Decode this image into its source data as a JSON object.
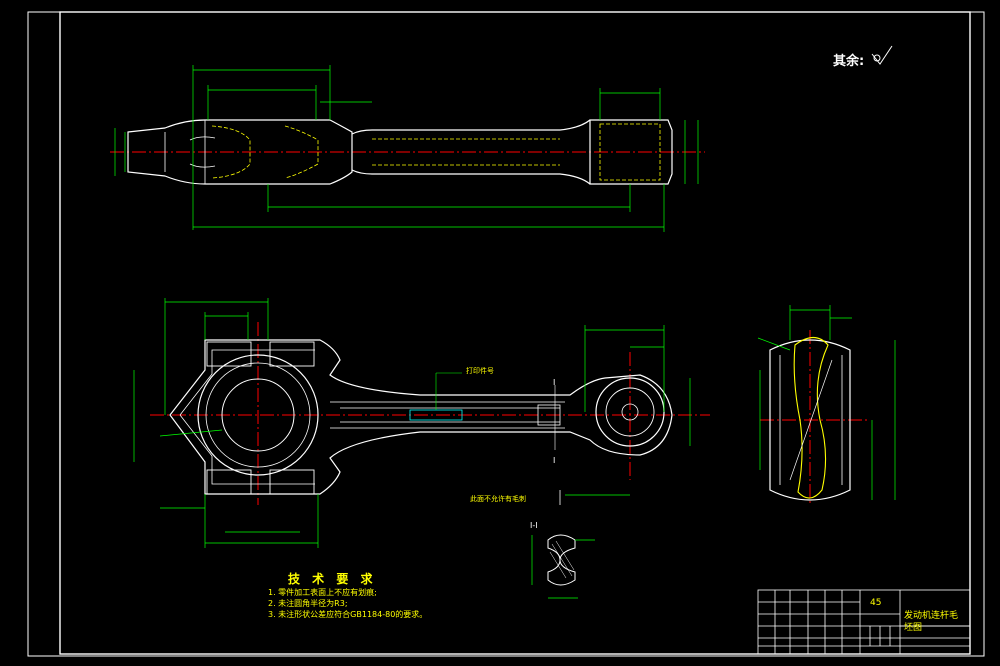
{
  "roughness_note": "其余:",
  "technical_requirements": {
    "title": "技 术 要 求",
    "items": [
      "1. 零件加工表面上不应有划痕;",
      "2. 未注圆角半径为R3;",
      "3. 未注形状公差应符合GB1184-80的要求。"
    ]
  },
  "title_block": {
    "material": "45",
    "drawing_name": "发动机连杆毛坯图"
  },
  "annotations": {
    "section_label": "I-I",
    "section_mark": "I",
    "note_mark": "此面不允许有毛刺",
    "print_label": "打印件号"
  },
  "colors": {
    "background": "#000000",
    "frame": "#ffffff",
    "outline": "#ffffff",
    "dimension": "#00ff00",
    "centerline": "#ff0000",
    "hidden": "#ffff00",
    "detail": "#00ffff"
  }
}
